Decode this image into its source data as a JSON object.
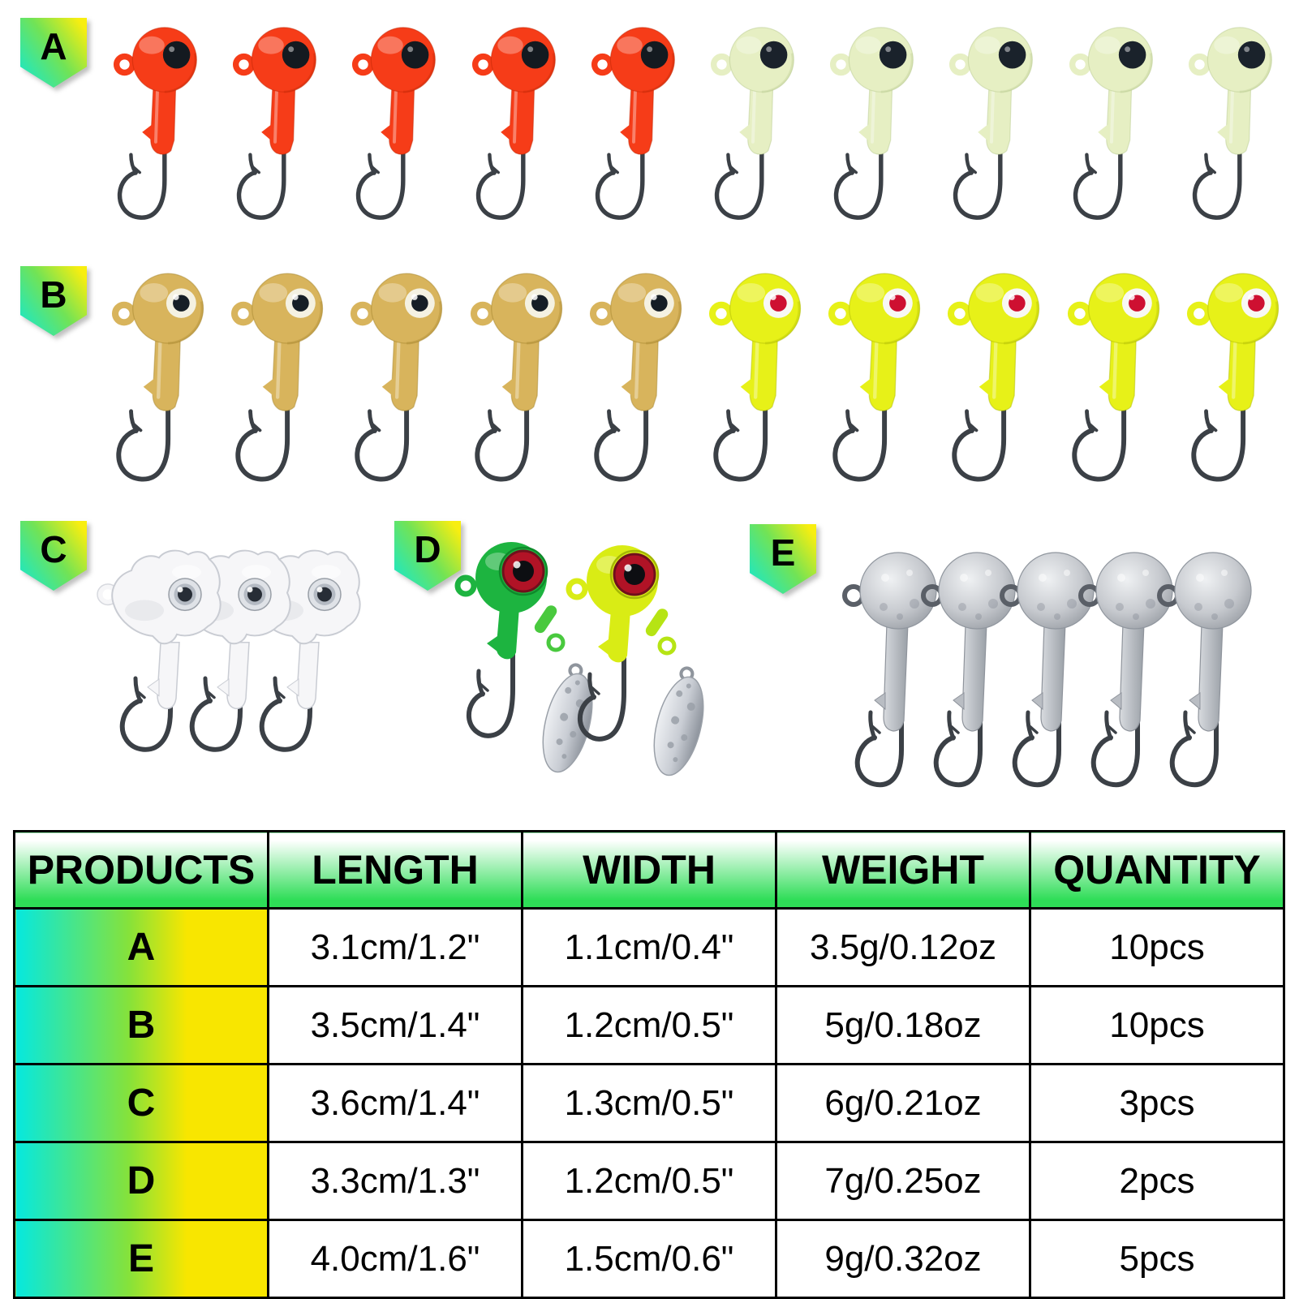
{
  "background": "#ffffff",
  "hook_color": "#3b4046",
  "badge_colors": {
    "gradient_start": "#0fe8d6",
    "gradient_mid": "#72e355",
    "gradient_end": "#f8ee10",
    "letter_color": "#000000"
  },
  "badges": [
    {
      "letter": "A"
    },
    {
      "letter": "B"
    },
    {
      "letter": "C"
    },
    {
      "letter": "D"
    },
    {
      "letter": "E"
    }
  ],
  "jig_rows": {
    "row_a": {
      "badge": "A",
      "jigs": [
        {
          "style": "ball",
          "qty": 5,
          "name": "red-round-jig-head",
          "body": "#f63c18",
          "dark": "#c22706",
          "eye": "#141a20",
          "pupil": null
        },
        {
          "style": "ball",
          "qty": 5,
          "name": "glow-round-jig-head",
          "body": "#e6efc3",
          "dark": "#b9cc92",
          "eye": "#1a222b",
          "pupil": null
        }
      ]
    },
    "row_b": {
      "badge": "B",
      "jigs": [
        {
          "style": "ball",
          "qty": 5,
          "name": "gold-round-jig-head",
          "body": "#d8b45c",
          "dark": "#a8872f",
          "eye": "#f4f1e2",
          "pupil": "#161e26"
        },
        {
          "style": "ball",
          "qty": 5,
          "name": "chartreuse-round-jig-head",
          "body": "#e7f118",
          "dark": "#b2bd06",
          "eye": "#f8f8f4",
          "pupil": "#ce1031"
        }
      ]
    },
    "group_c": {
      "badge": "C",
      "jigs": [
        {
          "style": "sculpin",
          "qty": 3,
          "name": "white-sculpin-jig-head",
          "body": "#f6f6f8",
          "dark": "#c9ccd3",
          "iris": "#b4bac3",
          "pupil": "#272d36"
        }
      ]
    },
    "group_d": {
      "badge": "D",
      "jigs": [
        {
          "style": "spinner",
          "qty": 1,
          "name": "green-spinner-jig-head",
          "body": "#1db440",
          "dark": "#0f8a2b",
          "eye": "#b11326",
          "pupil": "#0d0e12",
          "swivel": "#49c93e",
          "blade": "#c9cdd4"
        },
        {
          "style": "spinner",
          "qty": 1,
          "name": "chartreuse-spinner-jig-head",
          "body": "#d9ec15",
          "dark": "#a4b705",
          "eye": "#b11326",
          "pupil": "#0d0e12",
          "swivel": "#b6e414",
          "blade": "#c9cdd4"
        }
      ]
    },
    "group_e": {
      "badge": "E",
      "jigs": [
        {
          "style": "plain",
          "qty": 5,
          "name": "unpainted-lead-jig-head",
          "body": "#c7cacf",
          "dark": "#8f949b",
          "wire": "#5a5f67"
        }
      ]
    }
  },
  "table": {
    "headers": [
      "PRODUCTS",
      "LENGTH",
      "WIDTH",
      "WEIGHT",
      "QUANTITY"
    ],
    "rows": [
      {
        "product": "A",
        "length": "3.1cm/1.2\"",
        "width": "1.1cm/0.4\"",
        "weight": "3.5g/0.12oz",
        "quantity": "10pcs"
      },
      {
        "product": "B",
        "length": "3.5cm/1.4\"",
        "width": "1.2cm/0.5\"",
        "weight": "5g/0.18oz",
        "quantity": "10pcs"
      },
      {
        "product": "C",
        "length": "3.6cm/1.4\"",
        "width": "1.3cm/0.5\"",
        "weight": "6g/0.21oz",
        "quantity": "3pcs"
      },
      {
        "product": "D",
        "length": "3.3cm/1.3\"",
        "width": "1.2cm/0.5\"",
        "weight": "7g/0.25oz",
        "quantity": "2pcs"
      },
      {
        "product": "E",
        "length": "4.0cm/1.6\"",
        "width": "1.5cm/0.6\"",
        "weight": "9g/0.32oz",
        "quantity": "5pcs"
      }
    ],
    "header_gradient": {
      "top": "#ffffff",
      "bottom": "#2edd57"
    },
    "product_cell_gradient": {
      "left": "#0be8d8",
      "mid": "#86e23a",
      "right": "#f8e600"
    },
    "border_color": "#000000",
    "text_color": "#000000"
  }
}
